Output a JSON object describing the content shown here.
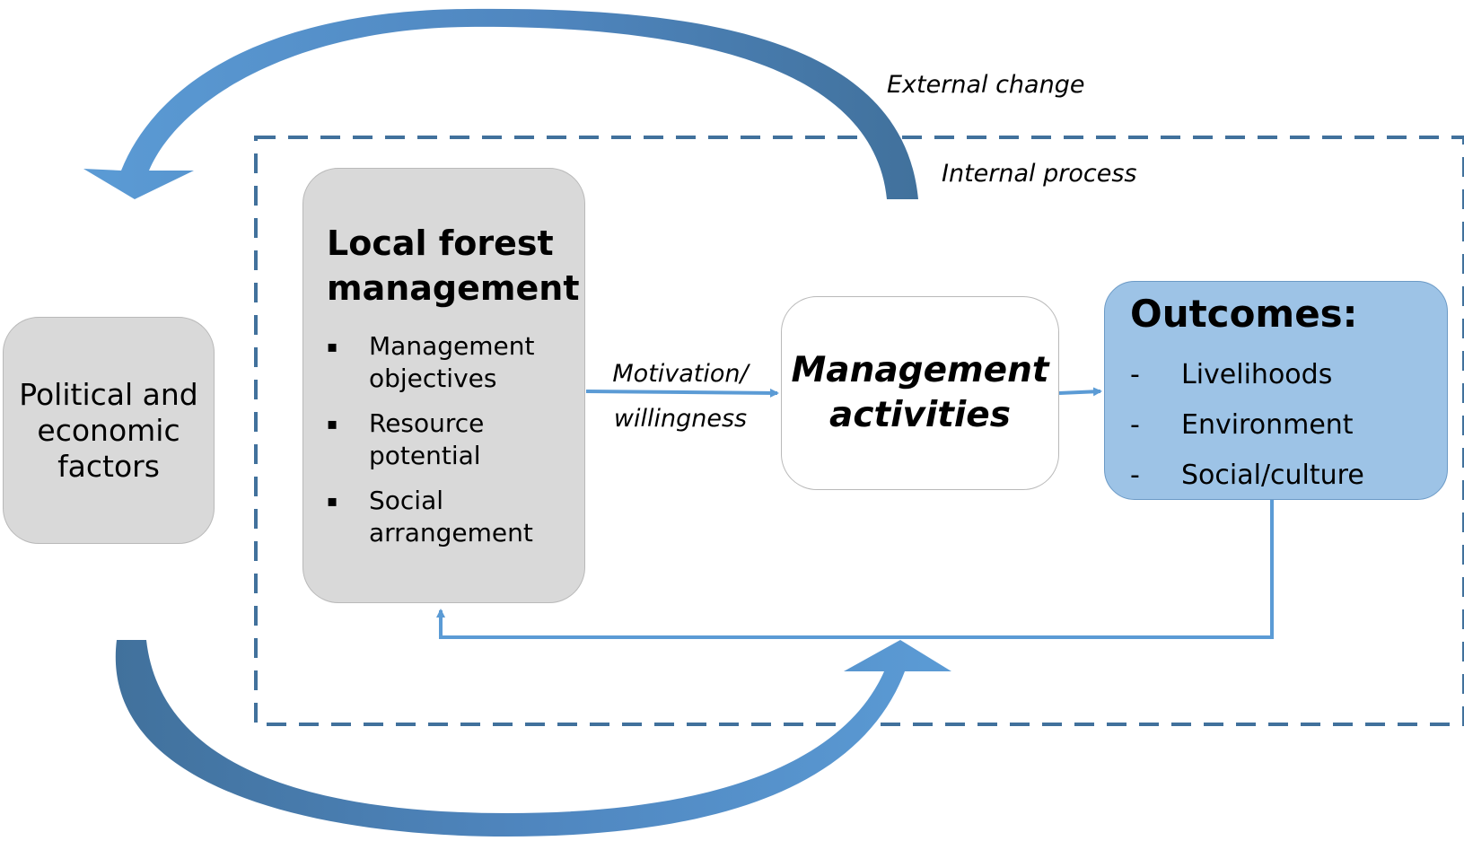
{
  "colors": {
    "arc_light": "#5b9bd5",
    "arc_dark": "#41719c",
    "connector": "#5b9bd5",
    "border_dashed": "#41719c",
    "grey_box": "#d9d9d9",
    "blue_box": "#9dc3e6"
  },
  "labels": {
    "external_change": "External change",
    "internal_process": "Internal process",
    "motivation": "Motivation/",
    "willingness": "willingness"
  },
  "political_box": {
    "label": "Political and economic factors"
  },
  "local_management": {
    "title": "Local forest management",
    "bullet": "▪",
    "items": [
      "Management objectives",
      "Resource potential",
      "Social arrangement"
    ]
  },
  "activities": {
    "title_line1": "Management",
    "title_line2": "activities"
  },
  "outcomes": {
    "title": "Outcomes:",
    "dash": "-",
    "items": [
      "Livelihoods",
      "Environment",
      "Social/culture"
    ]
  }
}
